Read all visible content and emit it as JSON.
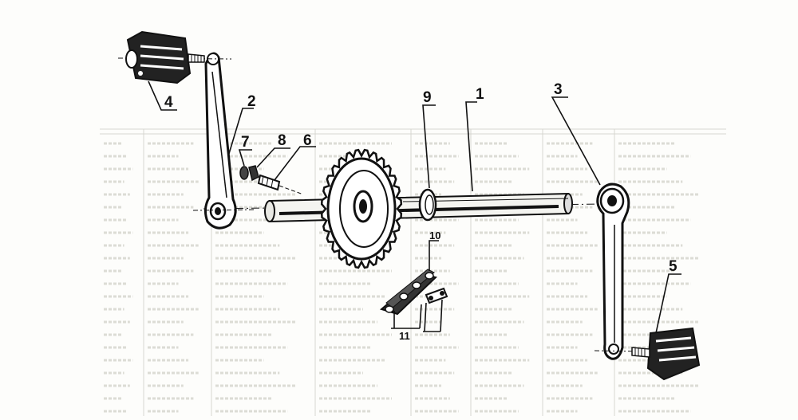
{
  "diagram": {
    "parts": [
      {
        "id": "axle",
        "label": "1"
      },
      {
        "id": "left-crank",
        "label": "2"
      },
      {
        "id": "right-crank",
        "label": "3"
      },
      {
        "id": "left-pedal",
        "label": "4"
      },
      {
        "id": "right-pedal",
        "label": "5"
      },
      {
        "id": "cotter-pin",
        "label": "6"
      },
      {
        "id": "cotter-nut",
        "label": "7"
      },
      {
        "id": "cotter-washer",
        "label": "8"
      },
      {
        "id": "spacer-ring",
        "label": "9"
      },
      {
        "id": "chain-link",
        "label": "10"
      },
      {
        "id": "chain-segment",
        "label": "11"
      }
    ]
  }
}
